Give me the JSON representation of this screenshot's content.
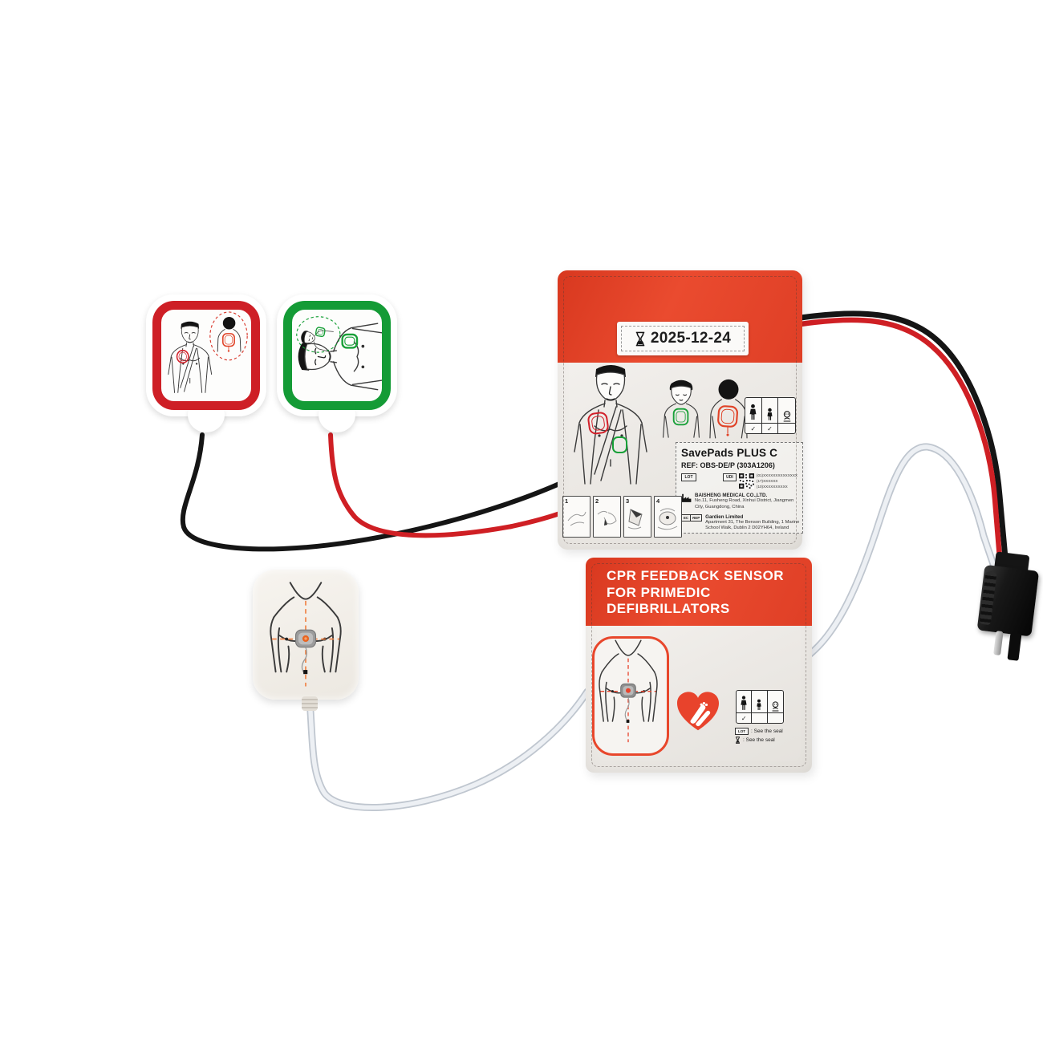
{
  "colors": {
    "header_red": "#E4432B",
    "pad_ring_red": "#CE1F26",
    "pad_ring_green": "#149B36",
    "cable_red": "#CF1F24",
    "cable_black": "#151515",
    "cable_white": "#EDF0F4",
    "sensor_orange": "#E86420"
  },
  "icons": {
    "expiry": "hourglass",
    "manufacturer": "factory",
    "cpr": "heart-with-hands",
    "suitability": "adult-child-infant-figures"
  },
  "top_package": {
    "expiry_date": "2025-12-24",
    "product_name": "SavePads PLUS C",
    "ref": "REF: OBS-DE/P (303A1206)",
    "lot_label": "LOT",
    "udi_label": "UDI",
    "udi_lines": [
      "(01)XXXXXXXXXXXXXX",
      "(17)XXXXXX",
      "(10)XXXXXXXXXX"
    ],
    "manufacturer_name": "BAISHENG MEDICAL CO.,LTD.",
    "manufacturer_address": "No.11, Fusheng Road, Xinhui District, Jiangmen City, Guangdong, China",
    "ec_rep_label_left": "EC",
    "ec_rep_label_right": "REP",
    "ec_rep_name": "Gardien Limited",
    "ec_rep_address": "Apartment 31, The Benson Building, 1 Marine School Walk, Dublin 2 D02YH64, Ireland",
    "instruction_steps": [
      "1",
      "2",
      "3",
      "4"
    ],
    "patient_suitability": {
      "adult": "✓",
      "child": "✓",
      "infant": ""
    }
  },
  "bottom_package": {
    "title_line1": "CPR FEEDBACK SENSOR",
    "title_line2": "FOR PRIMEDIC",
    "title_line3": "DEFIBRILLATORS",
    "patient_suitability": {
      "adult": "✓",
      "child": "",
      "infant": ""
    },
    "lot_label": "LOT",
    "lot_note": ": See the seal",
    "expiry_note": ": See the seal"
  }
}
